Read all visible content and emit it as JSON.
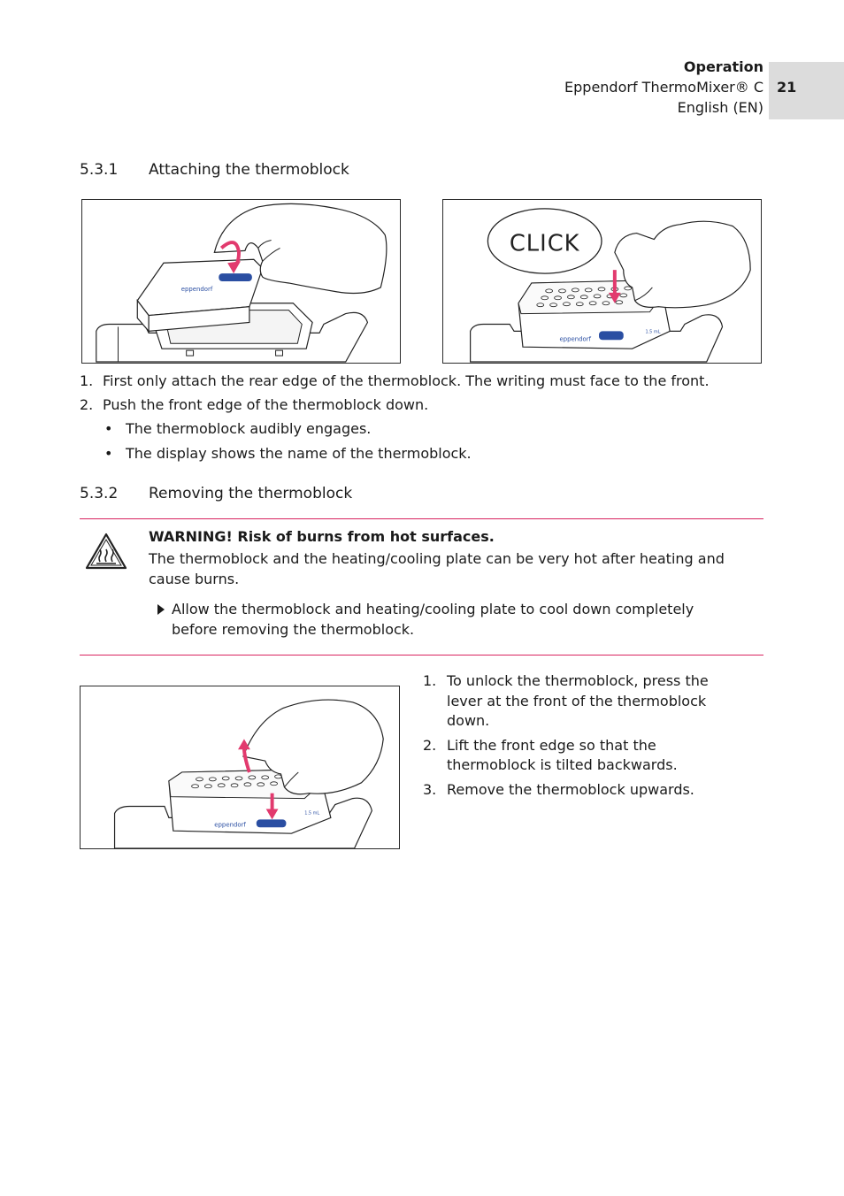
{
  "header": {
    "chapter": "Operation",
    "product": "Eppendorf ThermoMixer® C",
    "language": "English (EN)",
    "page_number": "21"
  },
  "section_attach": {
    "number": "5.3.1",
    "title": "Attaching the thermoblock",
    "figure_click_label": "CLICK",
    "brand_label": "eppendorf",
    "volume_label": "1.5 mL",
    "steps": [
      {
        "n": "1.",
        "text": "First only attach the rear edge of the thermoblock. The writing must face to the front."
      },
      {
        "n": "2.",
        "text": "Push the front edge of the thermoblock down."
      }
    ],
    "results": [
      "The thermoblock audibly engages.",
      "The display shows the name of the thermoblock."
    ],
    "bullet": "•"
  },
  "section_remove": {
    "number": "5.3.2",
    "title": "Removing the thermoblock",
    "warning": {
      "title": "WARNING! Risk of burns from hot surfaces.",
      "line1": "The thermoblock and the heating/cooling plate can be very hot after heating and",
      "line2": "cause burns.",
      "action_line1": "Allow the thermoblock and heating/cooling plate to cool down completely",
      "action_line2": "before removing the thermoblock."
    },
    "steps": [
      {
        "n": "1.",
        "lines": [
          "To unlock the thermoblock, press the",
          "lever at the front of the thermoblock",
          "down."
        ]
      },
      {
        "n": "2.",
        "lines": [
          "Lift the front edge so that the",
          "thermoblock is tilted backwards."
        ]
      },
      {
        "n": "3.",
        "lines": [
          "Remove the thermoblock upwards."
        ]
      }
    ]
  },
  "colors": {
    "accent_rule": "#d8235f",
    "arrow": "#e23a6e",
    "lever": "#2a4ea2",
    "tab_gray": "#dcdcdc"
  },
  "icons": [
    "hot-surface-warning-icon",
    "action-triangle-icon"
  ]
}
